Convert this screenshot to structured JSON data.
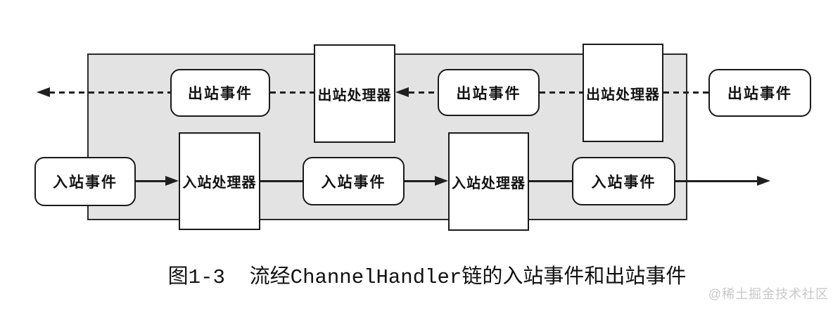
{
  "figure": {
    "caption": "图1-3  流经ChannelHandler链的入站事件和出站事件",
    "watermark": "@稀土掘金技术社区",
    "outbound": {
      "direction": "right-to-left",
      "line_style": "dashed",
      "boxes": [
        {
          "label": "出站事件",
          "shape": "rounded"
        },
        {
          "label": "出站处理器",
          "shape": "rect"
        },
        {
          "label": "出站事件",
          "shape": "rounded"
        },
        {
          "label": "出站处理器",
          "shape": "rect"
        },
        {
          "label": "出站事件",
          "shape": "rounded"
        }
      ]
    },
    "inbound": {
      "direction": "left-to-right",
      "line_style": "solid",
      "boxes": [
        {
          "label": "入站事件",
          "shape": "rounded"
        },
        {
          "label": "入站处理器",
          "shape": "rect"
        },
        {
          "label": "入站事件",
          "shape": "rounded"
        },
        {
          "label": "入站处理器",
          "shape": "rect"
        },
        {
          "label": "入站事件",
          "shape": "rounded"
        }
      ]
    },
    "colors": {
      "background": "#ffffff",
      "container_fill": "#e3e3e3",
      "stroke": "#1f1f1f",
      "box_fill": "#ffffff",
      "watermark": "#c8c8c8"
    }
  }
}
